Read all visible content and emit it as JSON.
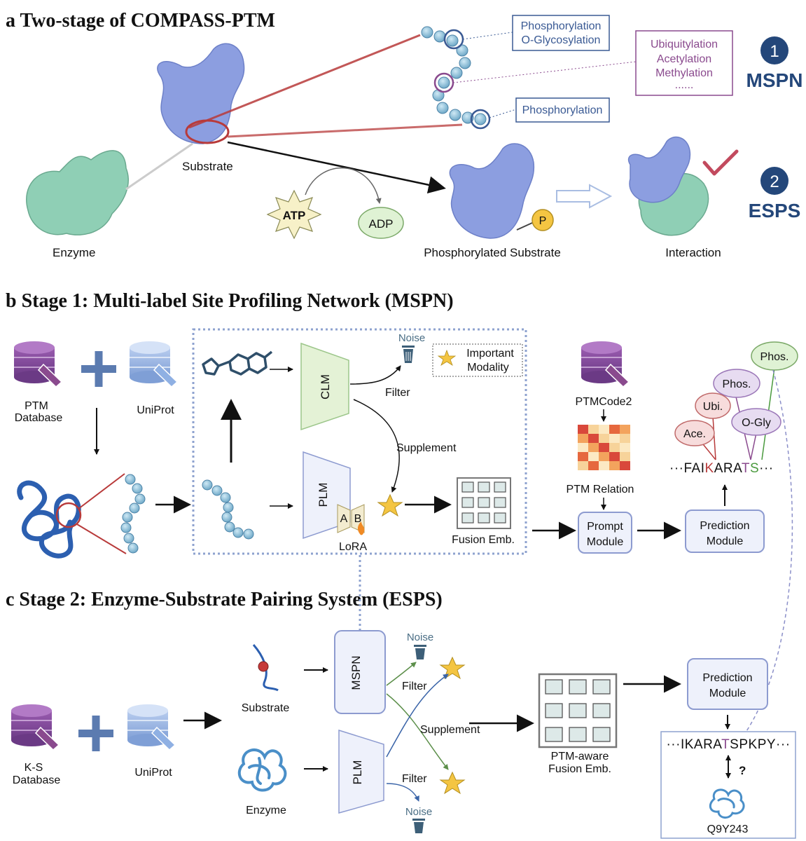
{
  "panel_a": {
    "title": "a Two-stage of COMPASS-PTM",
    "substrate_label": "Substrate",
    "enzyme_label": "Enzyme",
    "atp_label": "ATP",
    "adp_label": "ADP",
    "phospho_substrate_label": "Phosphorylated Substrate",
    "interaction_label": "Interaction",
    "phosphate_label": "P",
    "box1": [
      "Phosphorylation",
      "O-Glycosylation"
    ],
    "box2": [
      "Ubiquitylation",
      "Acetylation",
      "Methylation",
      "......"
    ],
    "box3": "Phosphorylation",
    "stage1_number": "1",
    "stage1_name": "MSPN",
    "stage2_number": "2",
    "stage2_name": "ESPS"
  },
  "panel_b": {
    "title": "b Stage 1: Multi-label Site Profiling Network (MSPN)",
    "ptm_db": [
      "PTM",
      "Database"
    ],
    "uniprot": "UniProt",
    "noise": "Noise",
    "important_modality": [
      "Important",
      "Modality"
    ],
    "clm": "CLM",
    "plm": "PLM",
    "filter": "Filter",
    "supplement": "Supplement",
    "lora": "LoRA",
    "lora_a": "A",
    "lora_b": "B",
    "fusion_emb": "Fusion Emb.",
    "ptmcode": "PTMCode2",
    "ptm_relation": "PTM Relation",
    "prompt_module": [
      "Prompt",
      "Module"
    ],
    "prediction_module": [
      "Prediction",
      "Module"
    ],
    "bubbles": {
      "phos_top": "Phos.",
      "phos": "Phos.",
      "ubi": "Ubi.",
      "ace": "Ace.",
      "ogly": "O-Gly"
    },
    "sequence": {
      "pre": "···FAI",
      "k": "K",
      "mid": "ARA",
      "t": "T",
      "s": "S",
      "post": "···"
    }
  },
  "panel_c": {
    "title": "c Stage 2: Enzyme-Substrate Pairing System (ESPS)",
    "ks_db": [
      "K-S",
      "Database"
    ],
    "uniprot": "UniProt",
    "substrate": "Substrate",
    "enzyme": "Enzyme",
    "mspn": "MSPN",
    "plm": "PLM",
    "noise_top": "Noise",
    "noise_bottom": "Noise",
    "filter_top": "Filter",
    "filter_bottom": "Filter",
    "supplement": "Supplement",
    "fusion_emb": [
      "PTM-aware",
      "Fusion Emb."
    ],
    "prediction_module": [
      "Prediction",
      "Module"
    ],
    "sequence": {
      "pre": "···IKARA",
      "t": "T",
      "post": "SPKPY···"
    },
    "question": "?",
    "protein_id": "Q9Y243"
  },
  "colors": {
    "protein_blue": "#8c9ee0",
    "enzyme_green": "#8fcfb5",
    "dark_blue": "#24477a",
    "red": "#b83a3a",
    "purple": "#8a4a8e",
    "module_fill": "#eef1fb",
    "star_yellow": "#f4c542"
  }
}
